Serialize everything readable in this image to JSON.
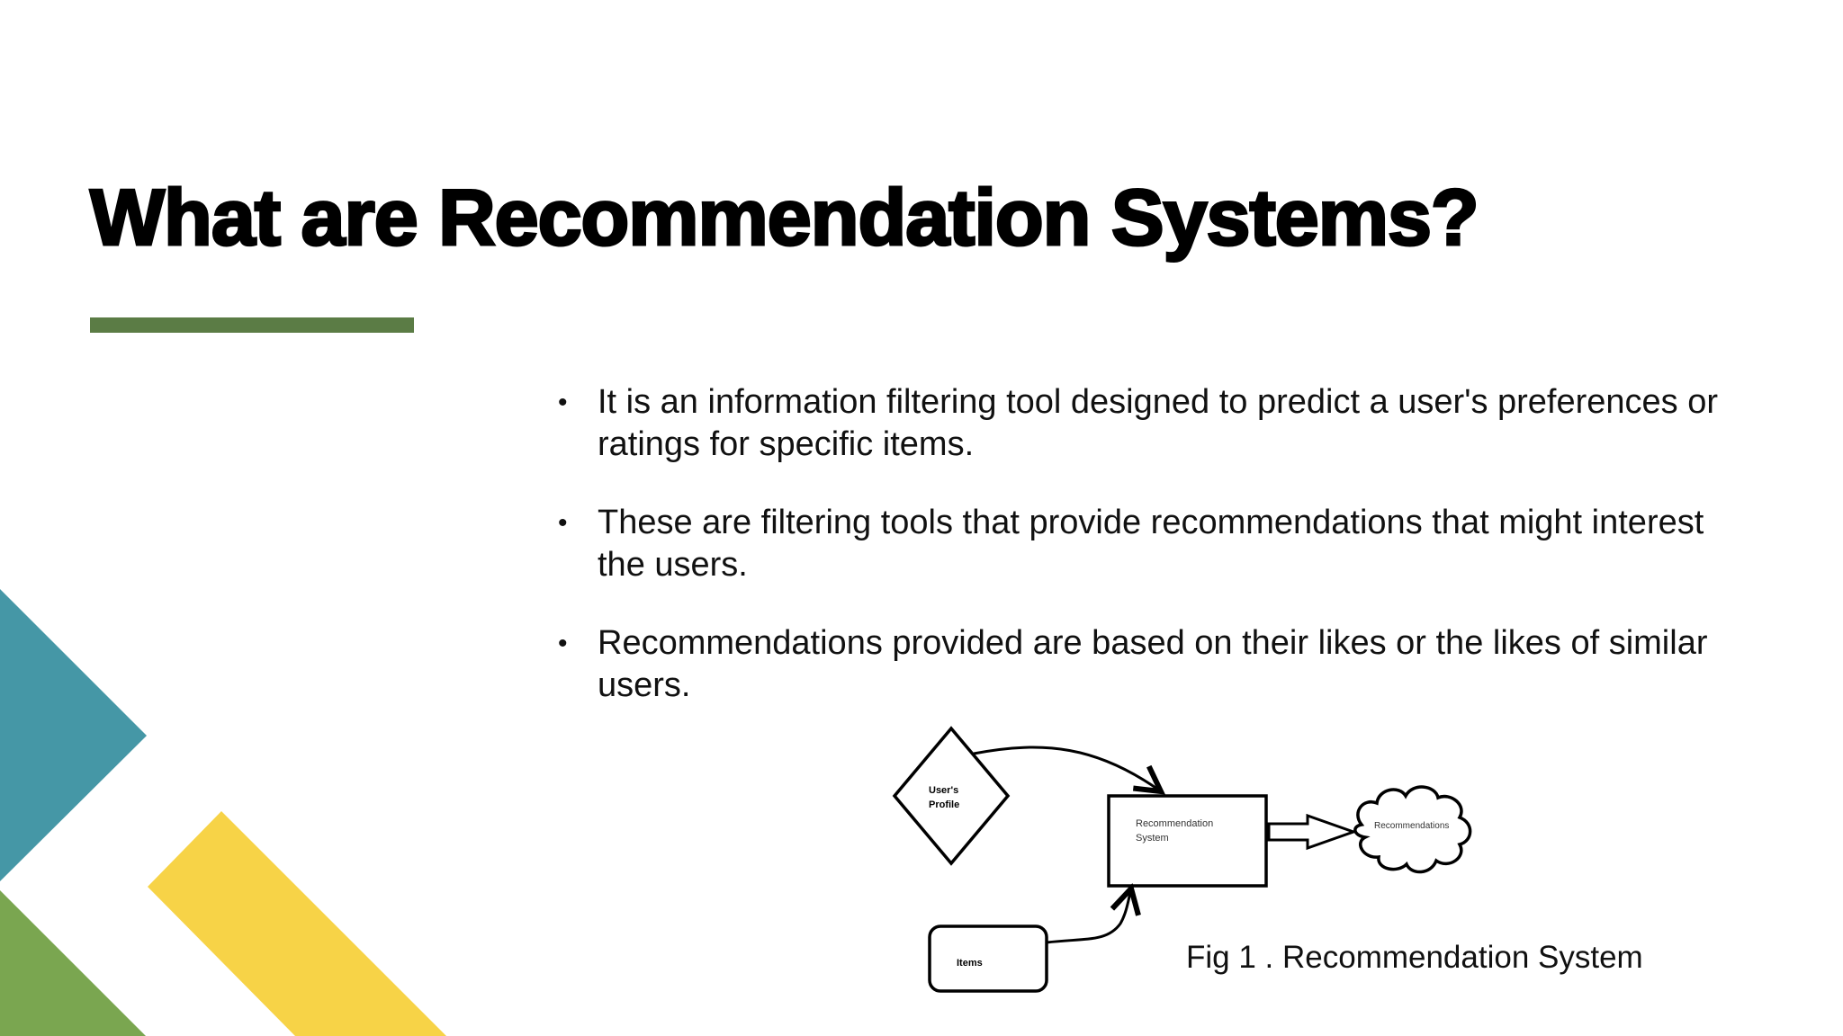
{
  "slide": {
    "title": "What are Recommendation Systems?",
    "bullets": [
      {
        "text": "It is an information filtering tool designed to predict a user's preferences or ratings for specific items."
      },
      {
        "text": "These are filtering tools that provide recommendations that might interest the users."
      },
      {
        "text": "Recommendations provided are based on their likes or the likes of similar users."
      }
    ],
    "bullet_glyph": "•"
  },
  "figure": {
    "caption": "Fig 1 . Recommendation System",
    "nodes": {
      "profile_line1": "User's",
      "profile_line2": "Profile",
      "system_line1": "Recommendation",
      "system_line2": "System",
      "items": "Items",
      "recommendations": "Recommendations"
    }
  },
  "colors": {
    "accent_green": "#5b7c45",
    "teal": "#4597a6",
    "yellow": "#f7d347",
    "light_green": "#7aa650"
  }
}
